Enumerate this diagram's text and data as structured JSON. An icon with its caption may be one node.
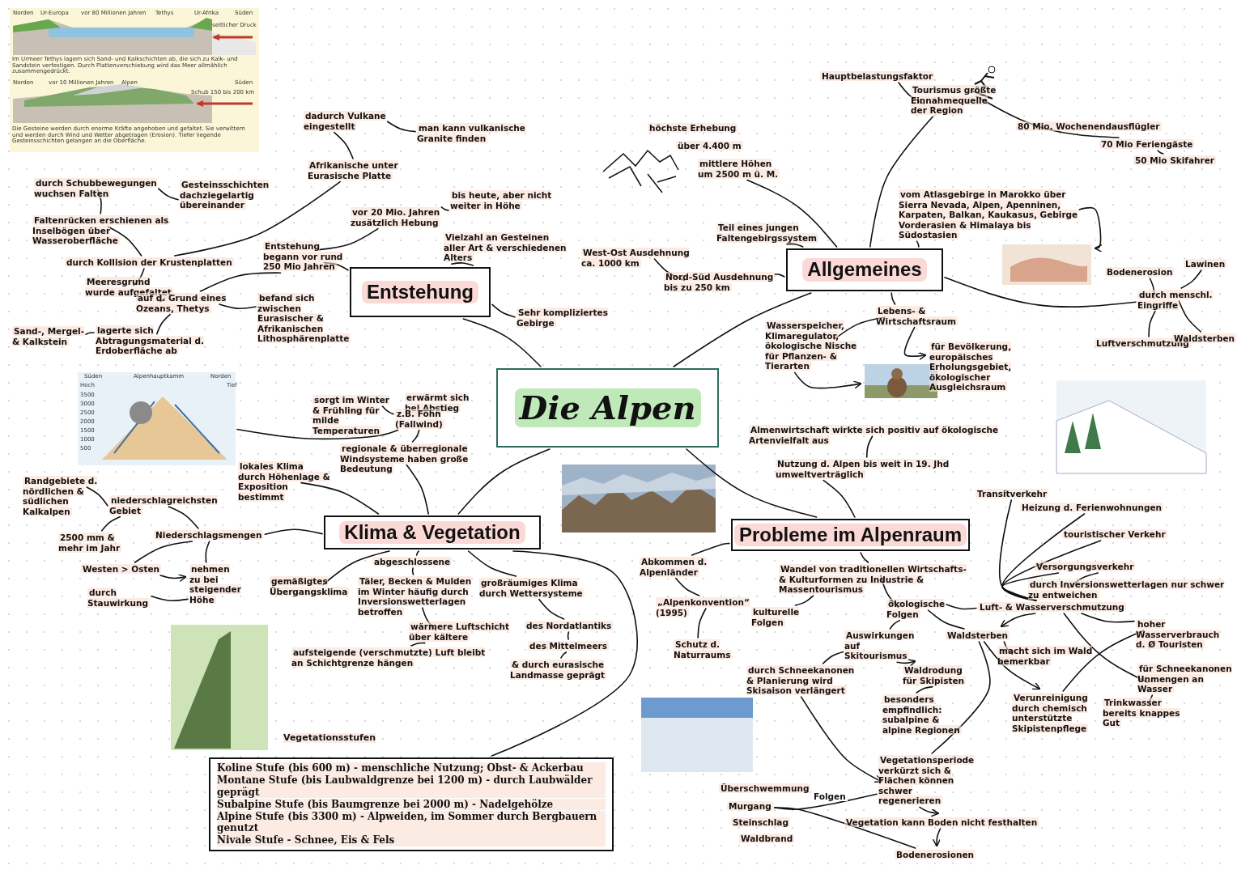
{
  "diagram": {
    "nodes": [
      {
        "text": [
          "Die Alpen"
        ]
      },
      {
        "text": [
          "Entstehung"
        ]
      },
      {
        "text": [
          "Allgemeines"
        ]
      },
      {
        "text": [
          "Klima & Vegetation"
        ]
      },
      {
        "text": [
          "Probleme im Alpenraum"
        ]
      },
      {
        "text": [
          "dadurch Vulkane eingestellt"
        ]
      },
      {
        "text": [
          "man kann vulkanische Granite finden"
        ]
      },
      {
        "text": [
          "Afrikanische unter Eurasische Platte"
        ]
      },
      {
        "text": [
          "durch Schubbewegungen wuchsen Falten"
        ]
      },
      {
        "text": [
          "Gesteinsschichten dachziegelartig übereinander"
        ]
      },
      {
        "text": [
          "Faltenrücken erschienen als Inselbögen über Wasseroberfläche"
        ]
      },
      {
        "text": [
          "durch Kollision der Krustenplatten"
        ]
      },
      {
        "text": [
          "Meeresgrund wurde aufgefaltet"
        ]
      },
      {
        "text": [
          "Entstehung begann vor rund 250 Mio Jahren"
        ]
      },
      {
        "text": [
          "vor 20 Mio. Jahren zusätzlich Hebung"
        ]
      },
      {
        "text": [
          "bis heute, aber nicht weiter in Höhe"
        ]
      },
      {
        "text": [
          "Vielzahl an Gesteinen aller Art & verschiedenen Alters"
        ]
      },
      {
        "text": [
          "auf d. Grund eines Ozeans, Thetys"
        ]
      },
      {
        "text": [
          "befand sich zwischen Eurasischer & Afrikanischen Lithosphärenplatte"
        ]
      },
      {
        "text": [
          "lagerte sich Abtragungsmaterial d. Erdoberfläche ab"
        ]
      },
      {
        "text": [
          "Sand-, Mergel- & Kalkstein"
        ]
      },
      {
        "text": [
          "Sehr kompliziertes Gebirge"
        ]
      },
      {
        "text": [
          "Hauptbelastungsfaktor"
        ]
      },
      {
        "text": [
          "Tourismus größte Einnahmequelle der Region"
        ]
      },
      {
        "text": [
          "80 Mio. Wochenendausflügler"
        ]
      },
      {
        "text": [
          "70 Mio Feriengäste"
        ]
      },
      {
        "text": [
          "50 Mio Skifahrer"
        ]
      },
      {
        "text": [
          "höchste Erhebung"
        ]
      },
      {
        "text": [
          "über 4.400 m"
        ]
      },
      {
        "text": [
          "mittlere Höhen um 2500 m ü. M."
        ]
      },
      {
        "text": [
          "Teil eines jungen Faltengebirgssystem"
        ]
      },
      {
        "text": [
          "West-Ost Ausdehnung ca. 1000 km"
        ]
      },
      {
        "text": [
          "Nord-Süd Ausdehnung bis zu 250 km"
        ]
      },
      {
        "text": [
          "vom Atlasgebirge in Marokko über Sierra Nevada, Alpen, Apenninen, Karpaten, Balkan, Kaukasus, Gebirge Vorderasien & Himalaya bis Südostasien"
        ]
      },
      {
        "text": [],
        "shape": "picture"
      },
      {
        "text": [
          "Bodenerosion"
        ]
      },
      {
        "text": [
          "Lawinen"
        ]
      },
      {
        "text": [
          "durch menschl. Eingriffe"
        ]
      },
      {
        "text": [
          "Luftverschmutzung"
        ]
      },
      {
        "text": [
          "Waldsterben"
        ]
      },
      {
        "text": [
          "Lebens- & Wirtschaftsraum"
        ]
      },
      {
        "text": [
          "Wasserspeicher, Klimaregulator, ökologische Nische für Pflanzen- & Tierarten"
        ]
      },
      {
        "text": [
          "für Bevölkerung, europäisches Erholungsgebiet, ökologischer Ausgleichsraum"
        ]
      },
      {
        "text": [],
        "shape": "picture"
      },
      {
        "text": [
          "sorgt im Winter & Frühling für milde Temperaturen"
        ]
      },
      {
        "text": [
          "erwärmt sich bei Abstieg"
        ]
      },
      {
        "text": [
          "z.B. Föhn (Fallwind)"
        ]
      },
      {
        "text": [
          "regionale & überregionale Windsysteme haben große Bedeutung"
        ]
      },
      {
        "text": [],
        "shape": "picture"
      },
      {
        "text": [
          "lokales Klima durch Höhenlage & Exposition bestimmt"
        ]
      },
      {
        "text": [
          "Randgebiete d. nördlichen & südlichen Kalkalpen"
        ]
      },
      {
        "text": [
          "niederschlagreichsten Gebiet"
        ]
      },
      {
        "text": [
          "2500 mm & mehr im Jahr"
        ]
      },
      {
        "text": [
          "Niederschlagsmengen"
        ]
      },
      {
        "text": [
          "Westen > Osten"
        ]
      },
      {
        "text": [
          "nehmen zu bei steigender Höhe"
        ]
      },
      {
        "text": [
          "durch Stauwirkung"
        ]
      },
      {
        "text": [
          "gemäßigtes Übergangsklima"
        ]
      },
      {
        "text": [
          "abgeschlossene"
        ]
      },
      {
        "text": [
          "Täler, Becken & Mulden im Winter häufig durch Inversionswetterlagen betroffen"
        ]
      },
      {
        "text": [
          "wärmere Luftschicht über kältere"
        ]
      },
      {
        "text": [
          "aufsteigende (verschmutzte) Luft bleibt an Schichtgrenze hängen"
        ]
      },
      {
        "text": [
          "großräumiges Klima durch Wettersysteme"
        ]
      },
      {
        "text": [
          "des Nordatlantiks"
        ]
      },
      {
        "text": [
          "des Mittelmeers"
        ]
      },
      {
        "text": [
          "& durch eurasische Landmasse geprägt"
        ]
      },
      {
        "text": [
          "Koline Stufe (bis 600 m) - menschliche Nutzung; Obst- & Ackerbau",
          "Montane Stufe (bis Laubwaldgrenze bei 1200 m) - durch Laubwälder geprägt",
          "Subalpine Stufe (bis Baumgrenze bei 2000 m) - Nadelgehölze",
          "Alpine Stufe (bis 3300 m) - Alpweiden, im Sommer durch Bergbauern genutzt",
          "Nivale Stufe - Schnee, Eis & Fels"
        ]
      },
      {
        "text": [
          "Almenwirtschaft wirkte sich positiv auf ökologische Artenvielfalt aus"
        ]
      },
      {
        "text": [
          "Nutzung d. Alpen bis weit in 19. Jhd umweltverträglich"
        ]
      },
      {
        "text": [
          "Abkommen d. Alpenländer"
        ]
      },
      {
        "text": [
          "„Alpenkonvention“ (1995)"
        ]
      },
      {
        "text": [
          "Schutz d. Naturraums"
        ]
      },
      {
        "text": [
          "Wandel von traditionellen Wirtschafts- & Kulturformen zu Industrie & Massentourismus"
        ]
      },
      {
        "text": [
          "kulturelle Folgen"
        ]
      },
      {
        "text": [
          "ökologische Folgen"
        ]
      },
      {
        "text": [
          "Transitverkehr"
        ]
      },
      {
        "text": [
          "Heizung d. Ferienwohnungen"
        ]
      },
      {
        "text": [
          "touristischer Verkehr"
        ]
      },
      {
        "text": [
          "Versorgungsverkehr"
        ]
      },
      {
        "text": [
          "durch Inversionswetterlagen nur schwer zu entweichen"
        ]
      },
      {
        "text": [
          "Luft- & Wasserverschmutzung"
        ]
      },
      {
        "text": [
          "hoher Wasserverbrauch d. Ø Touristen"
        ]
      },
      {
        "text": [
          "für Schneekanonen Unmengen an Wasser"
        ]
      },
      {
        "text": [
          "Verunreinigung durch chemisch unterstützte Skipistenpflege"
        ]
      },
      {
        "text": [
          "Trinkwasser bereits knappes Gut"
        ]
      },
      {
        "text": [
          "Auswirkungen auf Skitourismus"
        ]
      },
      {
        "text": [
          "Waldsterben"
        ]
      },
      {
        "text": [
          "macht sich im Wald bemerkbar"
        ]
      },
      {
        "text": [
          "durch Schneekanonen & Planierung wird Skisaison verlängert"
        ]
      },
      {
        "text": [
          "Waldrodung für Skipisten"
        ]
      },
      {
        "text": [
          "besonders empfindlich: subalpine & alpine Regionen"
        ]
      },
      {
        "text": [
          "Vegetationsperiode verkürzt sich & Flächen können schwer regenerieren"
        ]
      },
      {
        "text": [
          "Überschwemmung"
        ]
      },
      {
        "text": [
          "Murgang"
        ]
      },
      {
        "text": [
          "Steinschlag"
        ]
      },
      {
        "text": [
          "Waldbrand"
        ]
      },
      {
        "text": [
          "Vegetation kann Boden nicht festhalten"
        ]
      },
      {
        "text": [
          "Bodenerosionen"
        ]
      }
    ],
    "edges": [
      {
        "from": 0,
        "to": 1,
        "arrow": "none"
      },
      {
        "from": 0,
        "to": 2,
        "arrow": "none"
      },
      {
        "from": 0,
        "to": 3,
        "arrow": "none"
      },
      {
        "from": 0,
        "to": 4,
        "arrow": "none"
      },
      {
        "from": 1,
        "to": 13,
        "arrow": "none"
      },
      {
        "from": 13,
        "to": 14,
        "arrow": "none"
      },
      {
        "from": 14,
        "to": 15,
        "arrow": "none"
      },
      {
        "from": 1,
        "to": 16,
        "arrow": "none"
      },
      {
        "from": 1,
        "to": 21,
        "arrow": "none"
      },
      {
        "from": 13,
        "to": 17,
        "arrow": "none"
      },
      {
        "from": 17,
        "to": 12,
        "arrow": "none"
      },
      {
        "from": 17,
        "to": 18,
        "arrow": "none"
      },
      {
        "from": 17,
        "to": 19,
        "arrow": "none"
      },
      {
        "from": 19,
        "to": 20,
        "arrow": "none"
      },
      {
        "from": 12,
        "to": 11,
        "arrow": "none"
      },
      {
        "from": 11,
        "to": 10,
        "arrow": "none"
      },
      {
        "from": 10,
        "to": 8,
        "arrow": "none"
      },
      {
        "from": 8,
        "to": 9,
        "arrow": "none"
      },
      {
        "from": 11,
        "to": 7,
        "arrow": "none"
      },
      {
        "from": 7,
        "to": 5,
        "arrow": "none"
      },
      {
        "from": 5,
        "to": 6,
        "arrow": "none"
      },
      {
        "from": 2,
        "to": 29,
        "arrow": "none"
      },
      {
        "from": 2,
        "to": 23,
        "arrow": "none"
      },
      {
        "from": 22,
        "to": 23,
        "arrow": "none"
      },
      {
        "from": 23,
        "to": 25,
        "arrow": "none"
      },
      {
        "from": 25,
        "to": 26,
        "arrow": "none"
      },
      {
        "from": 2,
        "to": 30,
        "arrow": "none"
      },
      {
        "from": 2,
        "to": 32,
        "arrow": "none"
      },
      {
        "from": 31,
        "to": 32,
        "arrow": "none"
      },
      {
        "from": 2,
        "to": 33,
        "arrow": "none"
      },
      {
        "from": 33,
        "to": 34,
        "arrow": "to"
      },
      {
        "from": 2,
        "to": 37,
        "arrow": "none"
      },
      {
        "from": 37,
        "to": 35,
        "arrow": "none"
      },
      {
        "from": 37,
        "to": 36,
        "arrow": "none"
      },
      {
        "from": 37,
        "to": 38,
        "arrow": "none"
      },
      {
        "from": 37,
        "to": 39,
        "arrow": "none"
      },
      {
        "from": 2,
        "to": 40,
        "arrow": "none"
      },
      {
        "from": 40,
        "to": 41,
        "arrow": "none"
      },
      {
        "from": 40,
        "to": 42,
        "arrow": "to"
      },
      {
        "from": 41,
        "to": 43,
        "arrow": "to"
      },
      {
        "from": 3,
        "to": 47,
        "arrow": "none"
      },
      {
        "from": 47,
        "to": 46,
        "arrow": "none"
      },
      {
        "from": 44,
        "to": 46,
        "arrow": "none"
      },
      {
        "from": 45,
        "to": 46,
        "arrow": "none"
      },
      {
        "from": 46,
        "to": 48,
        "arrow": "none"
      },
      {
        "from": 3,
        "to": 49,
        "arrow": "none"
      },
      {
        "from": 3,
        "to": 53,
        "arrow": "none"
      },
      {
        "from": 53,
        "to": 51,
        "arrow": "none"
      },
      {
        "from": 51,
        "to": 50,
        "arrow": "none"
      },
      {
        "from": 51,
        "to": 52,
        "arrow": "none"
      },
      {
        "from": 53,
        "to": 54,
        "arrow": "none"
      },
      {
        "from": 53,
        "to": 55,
        "arrow": "none"
      },
      {
        "from": 56,
        "to": 55,
        "arrow": "none"
      },
      {
        "from": 3,
        "to": 57,
        "arrow": "none"
      },
      {
        "from": 3,
        "to": 58,
        "arrow": "none"
      },
      {
        "from": 58,
        "to": 59,
        "arrow": "none"
      },
      {
        "from": 59,
        "to": 60,
        "arrow": "none"
      },
      {
        "from": 60,
        "to": 61,
        "arrow": "none"
      },
      {
        "from": 3,
        "to": 62,
        "arrow": "none"
      },
      {
        "from": 62,
        "to": 63,
        "arrow": "none"
      },
      {
        "from": 63,
        "to": 64,
        "arrow": "none"
      },
      {
        "from": 64,
        "to": 65,
        "arrow": "none"
      },
      {
        "from": 3,
        "to": 66,
        "arrow": "none"
      },
      {
        "from": 4,
        "to": 68,
        "arrow": "none"
      },
      {
        "from": 67,
        "to": 68,
        "arrow": "none"
      },
      {
        "from": 4,
        "to": 69,
        "arrow": "none"
      },
      {
        "from": 69,
        "to": 70,
        "arrow": "none"
      },
      {
        "from": 70,
        "to": 71,
        "arrow": "none"
      },
      {
        "from": 4,
        "to": 72,
        "arrow": "none"
      },
      {
        "from": 72,
        "to": 74,
        "arrow": "none"
      },
      {
        "from": 73,
        "to": 72,
        "arrow": "none"
      },
      {
        "from": 74,
        "to": 80,
        "arrow": "none"
      },
      {
        "from": 80,
        "to": 75,
        "arrow": "none"
      },
      {
        "from": 80,
        "to": 76,
        "arrow": "none"
      },
      {
        "from": 80,
        "to": 77,
        "arrow": "none"
      },
      {
        "from": 80,
        "to": 78,
        "arrow": "none"
      },
      {
        "from": 78,
        "to": 79,
        "arrow": "none"
      },
      {
        "from": 80,
        "to": 81,
        "arrow": "none"
      },
      {
        "from": 80,
        "to": 82,
        "arrow": "none"
      },
      {
        "from": 81,
        "to": 83,
        "arrow": "none"
      },
      {
        "from": 82,
        "to": 84,
        "arrow": "none"
      },
      {
        "from": 74,
        "to": 85,
        "arrow": "none"
      },
      {
        "from": 74,
        "to": 86,
        "arrow": "none"
      },
      {
        "from": 86,
        "to": 87,
        "arrow": "none"
      },
      {
        "from": 86,
        "to": 83,
        "arrow": "to"
      },
      {
        "from": 80,
        "to": 86,
        "arrow": "to"
      },
      {
        "from": 85,
        "to": 88,
        "arrow": "none"
      },
      {
        "from": 85,
        "to": 89,
        "arrow": "to"
      },
      {
        "from": 89,
        "to": 90,
        "arrow": "none"
      },
      {
        "from": 88,
        "to": 91,
        "arrow": "to"
      },
      {
        "from": 86,
        "to": 91,
        "arrow": "none"
      },
      {
        "from": 91,
        "to": 96,
        "arrow": "to"
      },
      {
        "from": 96,
        "to": 97,
        "arrow": "to"
      },
      {
        "from": 91,
        "to": 93,
        "arrow": "none",
        "label": "Folgen"
      },
      {
        "from": 97,
        "to": 93,
        "arrow": "none"
      },
      {
        "from": 54,
        "to": 55,
        "arrow": "to"
      }
    ],
    "labels": [
      "Norden",
      "Ur-Europa",
      "vor 80 Millionen Jahren",
      "Tethys",
      "Ur-Afrika",
      "Süden",
      "seitlicher Druck",
      "Im Urmeer Tethys lagern sich Sand- und Kalkschichten ab, die sich zu Kalk- und Sandstein verfestigen. Durch Plattenverschiebung wird das Meer allmählich zusammengedrückt.",
      "Norden",
      "vor 10 Millionen Jahren",
      "Alpen",
      "Süden",
      "Schub 150 bis 200 km",
      "Die Gesteine werden durch enorme Kräfte angehoben und gefaltet. Sie verwittern und werden durch Wind und Wetter abgetragen (Erosion). Tiefer liegende Gesteinsschichten gelangen an die Oberfläche.",
      "Süden",
      "Alpenhauptkamm",
      "Norden",
      "Hoch",
      "Tief",
      "3500",
      "3000",
      "2500",
      "2000",
      "1500",
      "1000",
      "500",
      "Vegetationsstufen"
    ]
  }
}
